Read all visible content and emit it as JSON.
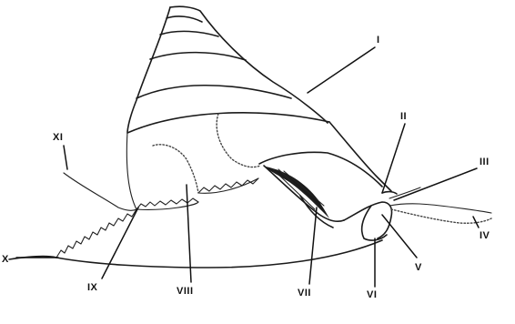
{
  "labels": {
    "I": "I",
    "II": "II",
    "III": "III",
    "IV": "IV",
    "V": "V",
    "VI": "VI",
    "VII": "VII",
    "VIII": "VIII",
    "IX": "IX",
    "X": "X",
    "XI": "XI"
  },
  "colors": {
    "background": "#ffffff",
    "ink": "#1a1a1a"
  }
}
